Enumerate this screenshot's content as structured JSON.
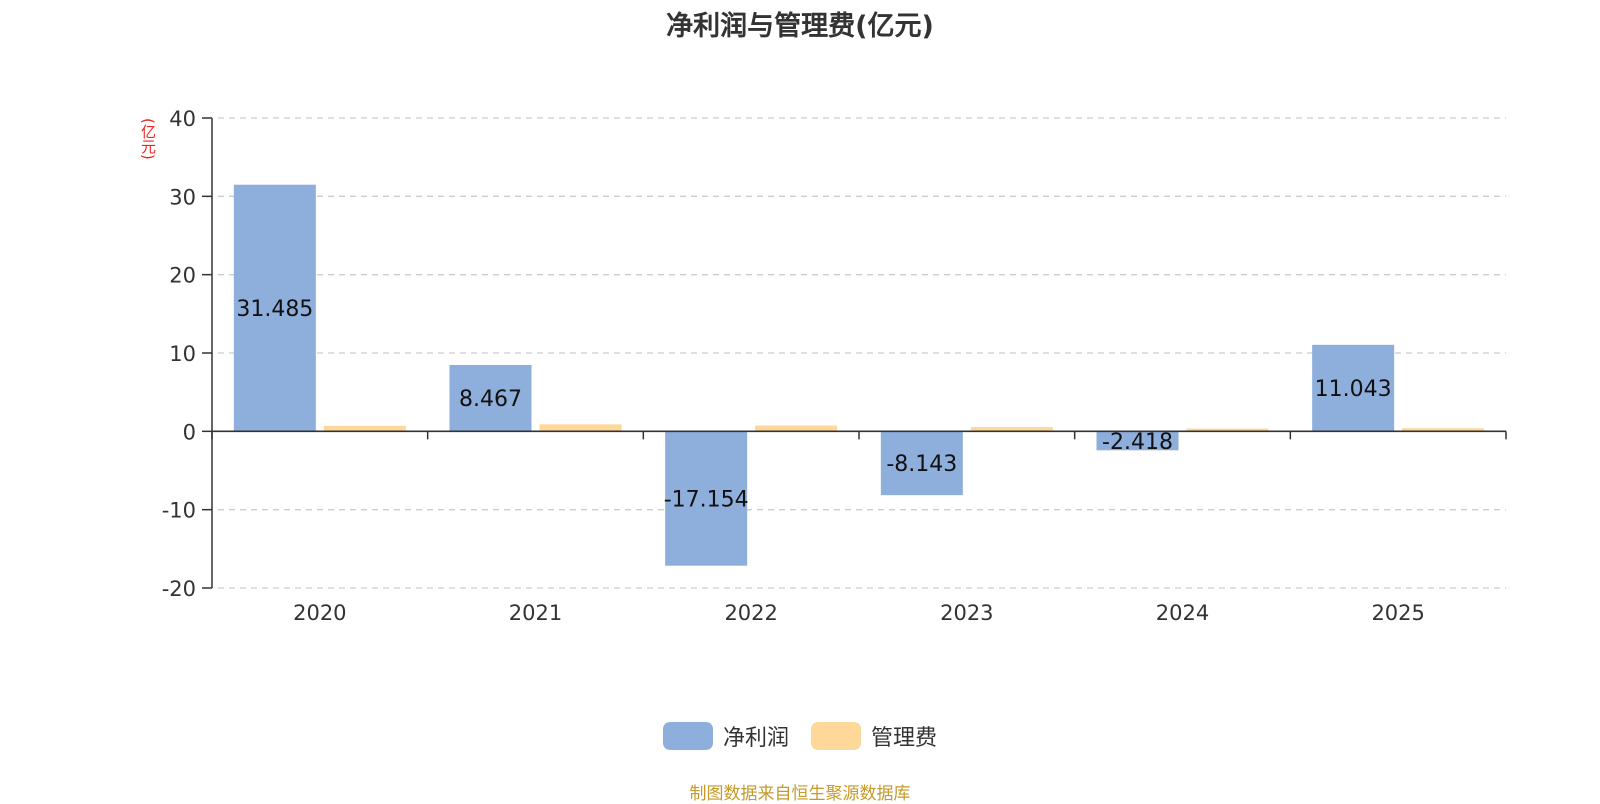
{
  "chart_data": {
    "type": "bar",
    "title": "净利润与管理费(亿元)",
    "ylabel": "(亿元)",
    "ylabel_color": "#e8281f",
    "categories": [
      "2020",
      "2021",
      "2022",
      "2023",
      "2024",
      "2025"
    ],
    "ylim": [
      -20,
      40
    ],
    "yticks": [
      -20,
      -10,
      0,
      10,
      20,
      30,
      40
    ],
    "series": [
      {
        "name": "净利润",
        "color": "#8eaedb",
        "values": [
          31.485,
          8.467,
          -17.154,
          -8.143,
          -2.418,
          11.043
        ],
        "labels": [
          "31.485",
          "8.467",
          "-17.154",
          "-8.143",
          "-2.418",
          "11.043"
        ]
      },
      {
        "name": "管理费",
        "color": "#fdd898",
        "values": [
          0.7,
          0.9,
          0.75,
          0.55,
          0.35,
          0.4
        ]
      }
    ],
    "grid": true,
    "legend_position": "bottom-center"
  },
  "source_note": "制图数据来自恒生聚源数据库"
}
